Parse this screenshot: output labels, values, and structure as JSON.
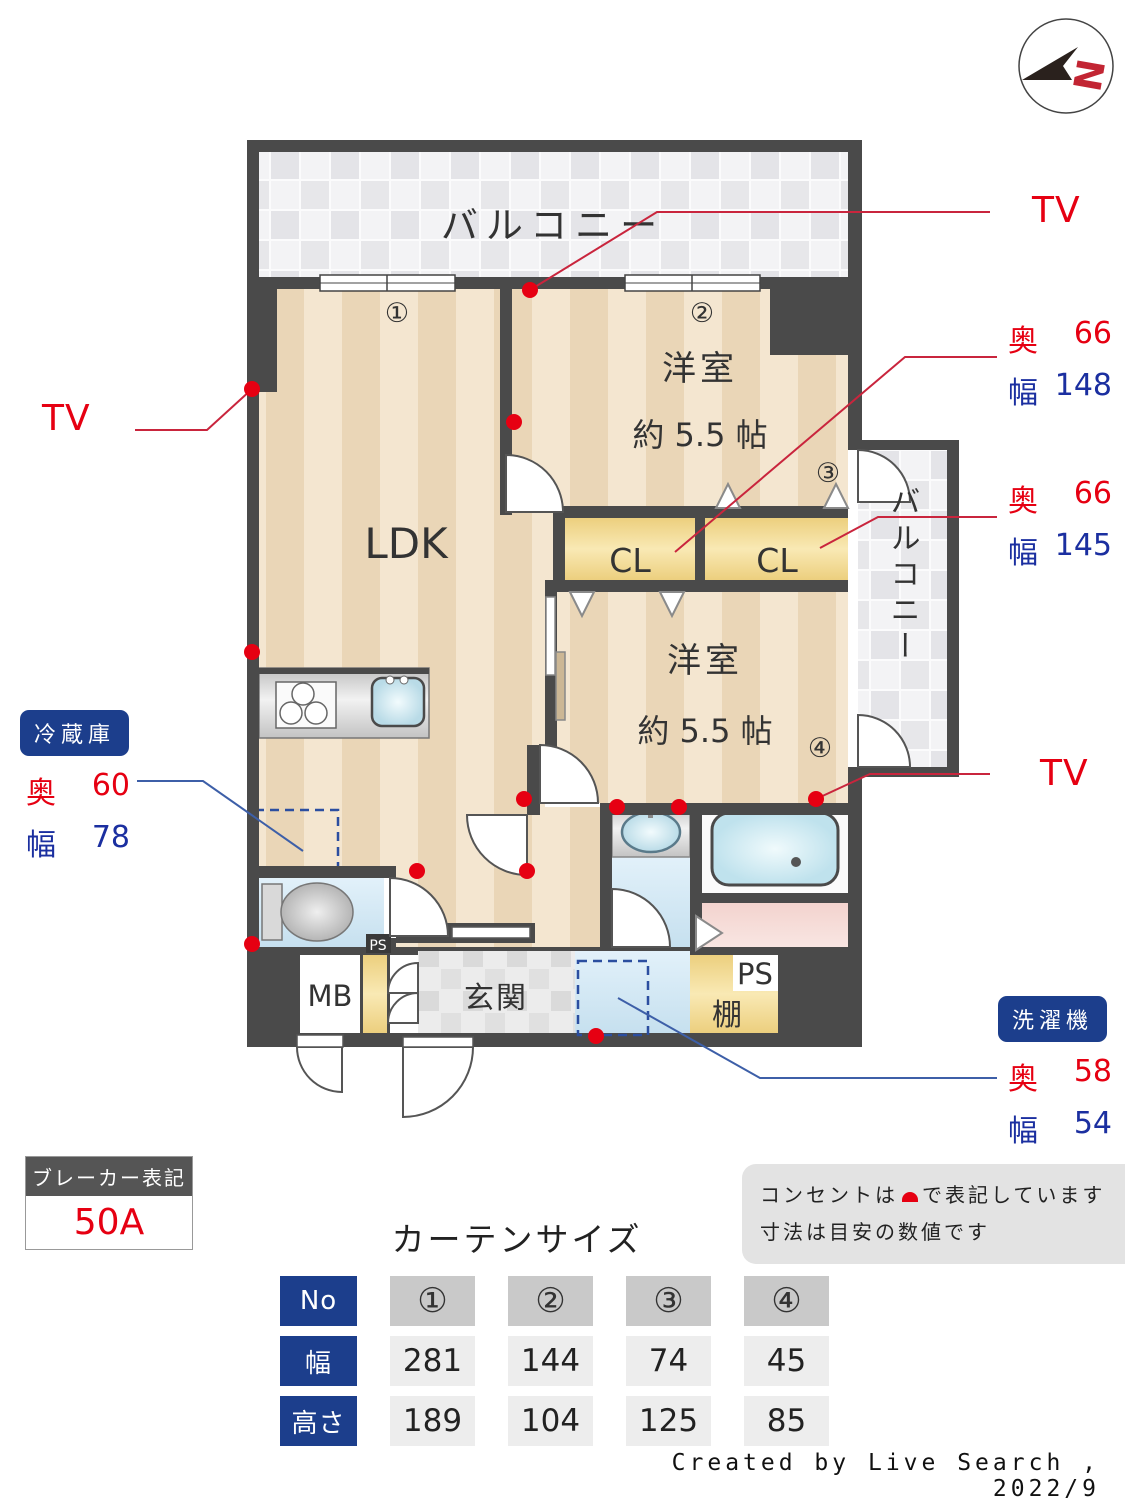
{
  "compass": {
    "north_label": "N"
  },
  "plan": {
    "balcony_top": "バルコニー",
    "balcony_side": "バルコニー",
    "ldk": "LDK",
    "bedroom1_label": "洋室",
    "bedroom1_size": "約 5.5 帖",
    "bedroom2_label": "洋室",
    "bedroom2_size": "約 5.5 帖",
    "closet1": "CL",
    "closet2": "CL",
    "meter_box": "MB",
    "entrance": "玄関",
    "pipe_space_small": "PS",
    "pipe_space": "PS",
    "shelf": "棚",
    "markers": [
      "①",
      "②",
      "③",
      "④"
    ]
  },
  "annotations": {
    "tv_left": "TV",
    "tv_top": "TV",
    "tv_bottom": "TV",
    "closet1_dims": {
      "depth_label": "奥",
      "depth": "66",
      "width_label": "幅",
      "width": "148"
    },
    "closet2_dims": {
      "depth_label": "奥",
      "depth": "66",
      "width_label": "幅",
      "width": "145"
    },
    "fridge": {
      "title": "冷蔵庫",
      "depth_label": "奥",
      "depth": "60",
      "width_label": "幅",
      "width": "78"
    },
    "washer": {
      "title": "洗濯機",
      "depth_label": "奥",
      "depth": "58",
      "width_label": "幅",
      "width": "54"
    },
    "breaker": {
      "title": "ブレーカー表記",
      "value": "50A"
    },
    "note_line1_pre": "コンセントは",
    "note_line1_post": "で表記しています",
    "note_line2": "寸法は目安の数値です"
  },
  "curtain_table": {
    "title": "カーテンサイズ",
    "row_headers": [
      "No",
      "幅",
      "高さ"
    ],
    "col_markers": [
      "①",
      "②",
      "③",
      "④"
    ],
    "widths": [
      "281",
      "144",
      "74",
      "45"
    ],
    "heights": [
      "189",
      "104",
      "125",
      "85"
    ]
  },
  "credit": "Created by Live Search , 2022/9",
  "colors": {
    "accent_red": "#e60012",
    "accent_blue": "#1b2fa0",
    "badge_navy": "#1c3e8c",
    "leader_red": "#c9253d",
    "leader_blue": "#3d5fa8",
    "wall": "#4a4a4a",
    "closet_yellow": "#f2d789",
    "floor_beige": "#efdcc0"
  }
}
